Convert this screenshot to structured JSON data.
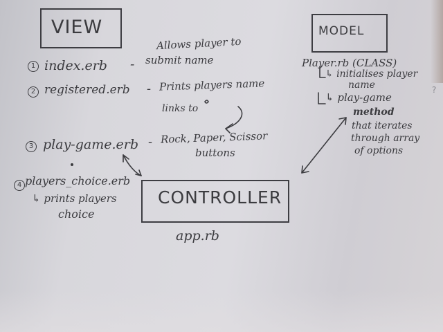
{
  "view": {
    "title": "VIEW",
    "items": [
      {
        "num": "1",
        "file": "index.erb",
        "dash": "-",
        "desc1": "Allows player to",
        "desc2": "submit name"
      },
      {
        "num": "2",
        "file": "registered.erb",
        "dash": "-",
        "desc": "Prints players name"
      },
      {
        "num": "3",
        "file": "play-game.erb",
        "dash": "-",
        "desc1": "Rock, Paper, Scissor",
        "desc2": "buttons"
      },
      {
        "num": "4",
        "file": "players_choice.erb",
        "desc1": "↳ prints players",
        "desc2": "choice"
      }
    ],
    "links_note": "links to"
  },
  "model": {
    "title": "MODEL",
    "class_line": "Player.rb (CLASS)",
    "lines": [
      "↳ initialises player",
      "name",
      "↳ play-game",
      "method",
      "that iterates",
      "through array",
      "of options"
    ]
  },
  "controller": {
    "title": "CONTROLLER",
    "file": "app.rb"
  }
}
